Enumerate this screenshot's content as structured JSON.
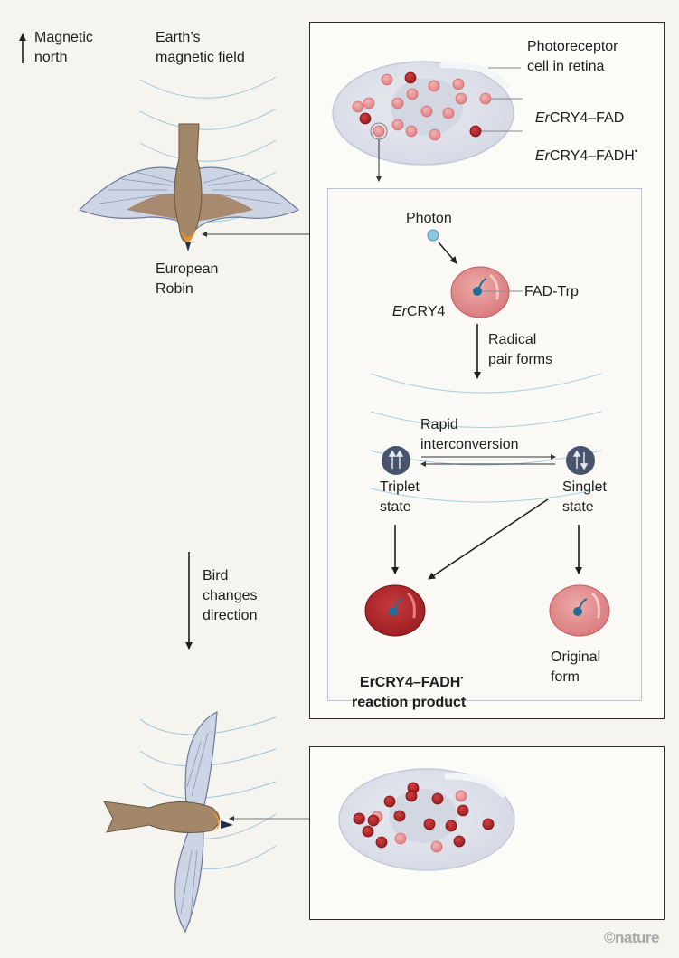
{
  "left_column": {
    "magnetic_north": "Magnetic\nnorth",
    "earth_field": "Earth’s\nmagnetic field",
    "robin_label": "European\nRobin",
    "direction_change": "Bird\nchanges\ndirection"
  },
  "top_panel": {
    "cell_label": "Photoreceptor\ncell in retina",
    "legend_fad_prefix": "Er",
    "legend_fad_suffix": "CRY4–FAD",
    "legend_fadh_prefix": "Er",
    "legend_fadh_suffix": "CRY4–FADH",
    "radical_dot": "•",
    "cell_molecules": {
      "oxidized_count": 15,
      "radical_count": 3
    }
  },
  "mechanism": {
    "photon_label": "Photon",
    "protein_prefix": "Er",
    "protein_suffix": "CRY4",
    "cofactor_label": "FAD-Trp",
    "radical_pair_label": "Radical\npair forms",
    "interconversion_label": "Rapid\ninterconversion",
    "triplet_label": "Triplet\nstate",
    "singlet_label": "Singlet\nstate",
    "product_label_line1": "ErCRY4–FADH",
    "product_label_dot": "•",
    "product_label_line2": "reaction product",
    "original_label": "Original\nform"
  },
  "bottom_panel": {
    "cell_molecules": {
      "oxidized_count": 5,
      "radical_count": 14
    }
  },
  "colors": {
    "background": "#f5f4ee",
    "panel": "#fbfbf8",
    "field_lines": "#8dbbd6",
    "oxidized_protein": "#e8999b",
    "radical_protein": "#b52a2f",
    "spin_state": "#47546c",
    "photon": "#8cc5e0",
    "cofactor": "#1d6f97"
  },
  "credit": "©nature"
}
